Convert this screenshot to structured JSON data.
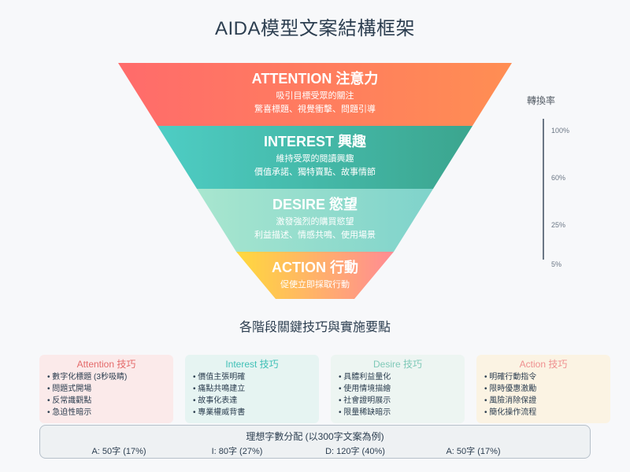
{
  "title": "AIDA模型文案結構框架",
  "stages": [
    {
      "title": "ATTENTION 注意力",
      "line1": "吸引目標受眾的關注",
      "line2": "驚喜標題、視覺衝擊、問題引導",
      "color_start": "#ff6b6b",
      "color_end": "#ff8e53"
    },
    {
      "title": "INTEREST 興趣",
      "line1": "維持受眾的閱讀興趣",
      "line2": "價值承諾、獨特賣點、故事情節",
      "color_start": "#4ecdc4",
      "color_end": "#3ba58e"
    },
    {
      "title": "DESIRE 慾望",
      "line1": "激發強烈的購買慾望",
      "line2": "利益描述、情感共鳴、使用場景",
      "color_start": "#a8e6cf",
      "color_end": "#7fd3cb"
    },
    {
      "title": "ACTION 行動",
      "line1": "促使立即採取行動",
      "line2": "",
      "color_start": "#ffd93d",
      "color_end": "#ff8b94"
    }
  ],
  "conversion": {
    "label": "轉換率",
    "ticks": [
      "100%",
      "60%",
      "25%",
      "5%"
    ]
  },
  "section_title": "各階段關鍵技巧與實施要點",
  "cards": [
    {
      "title": "Attention 技巧",
      "title_color": "#e46a6a",
      "bg": "#fbeaea",
      "items": [
        "數字化標題 (3秒吸睛)",
        "問題式開場",
        "反常識觀點",
        "急迫性暗示"
      ]
    },
    {
      "title": "Interest 技巧",
      "title_color": "#3fbfb6",
      "bg": "#e6f4f2",
      "items": [
        "價值主張明確",
        "痛點共鳴建立",
        "故事化表達",
        "專業權威背書"
      ]
    },
    {
      "title": "Desire 技巧",
      "title_color": "#7fc9b8",
      "bg": "#edf5f2",
      "items": [
        "具體利益量化",
        "使用情境描繪",
        "社會證明展示",
        "限量稀缺暗示"
      ]
    },
    {
      "title": "Action 技巧",
      "title_color": "#ef8f8f",
      "bg": "#fbf3e3",
      "items": [
        "明確行動指令",
        "限時優惠激勵",
        "風險消除保證",
        "簡化操作流程"
      ]
    }
  ],
  "distribution": {
    "title": "理想字數分配 (以300字文案為例)",
    "items": [
      "A: 50字 (17%)",
      "I: 80字 (27%)",
      "D: 120字 (40%)",
      "A: 50字 (17%)"
    ]
  }
}
